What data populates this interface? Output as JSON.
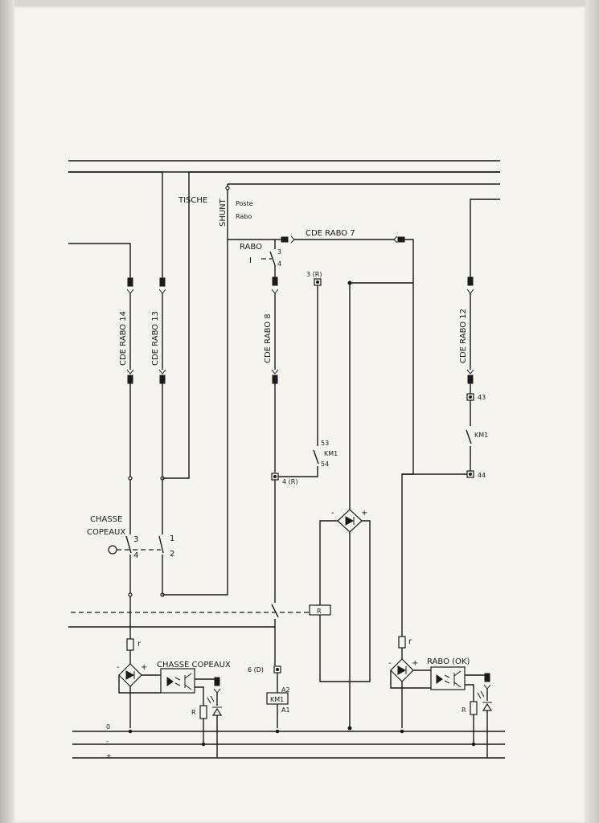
{
  "labels": {
    "tische": "TISCHE",
    "shunt": "SHUNT",
    "poste": "Poste",
    "rabo": "Rabo",
    "rabo_switch": "RABO",
    "i_symbol": "I",
    "contact_3": "3",
    "contact_4": "4",
    "cde_rabo_7": "CDE RABO 7",
    "cde_rabo_14": "CDE RABO 14",
    "cde_rabo_13": "CDE RABO 13",
    "cde_rabo_8": "CDE RABO 8",
    "cde_rabo_12": "CDE RABO 12",
    "terminal_3r": "3 (R)",
    "terminal_4r": "4 (R)",
    "terminal_6d": "6 (D)",
    "terminal_43": "43",
    "terminal_44": "44",
    "km1_53": "53",
    "km1_label_a": "KM1",
    "km1_54": "54",
    "km1_label_b": "KM1",
    "chasse_copeaux_line1": "CHASSE",
    "chasse_copeaux_line2": "COPEAUX",
    "sw_3": "3",
    "sw_4": "4",
    "sw_1": "1",
    "sw_2": "2",
    "relay_r": "R",
    "rect_minus": "-",
    "rect_plus": "+",
    "resistor_r_left": "r",
    "resistor_r_right": "r",
    "chasse_copeaux_sensor": "CHASSE COPEAUX",
    "rabo_ok": "RABO  (OK)",
    "r_left": "R",
    "r_right": "R",
    "coil_a2": "A2",
    "coil_km1": "KM1",
    "coil_a1": "A1",
    "rail_0": "0",
    "rail_minus": "-",
    "rail_plus": "+",
    "minus_left": "-",
    "plus_left": "+",
    "minus_right": "-",
    "plus_right": "+"
  },
  "colors": {
    "ink": "#1a1a1a",
    "paper": "#f6f4ef"
  }
}
